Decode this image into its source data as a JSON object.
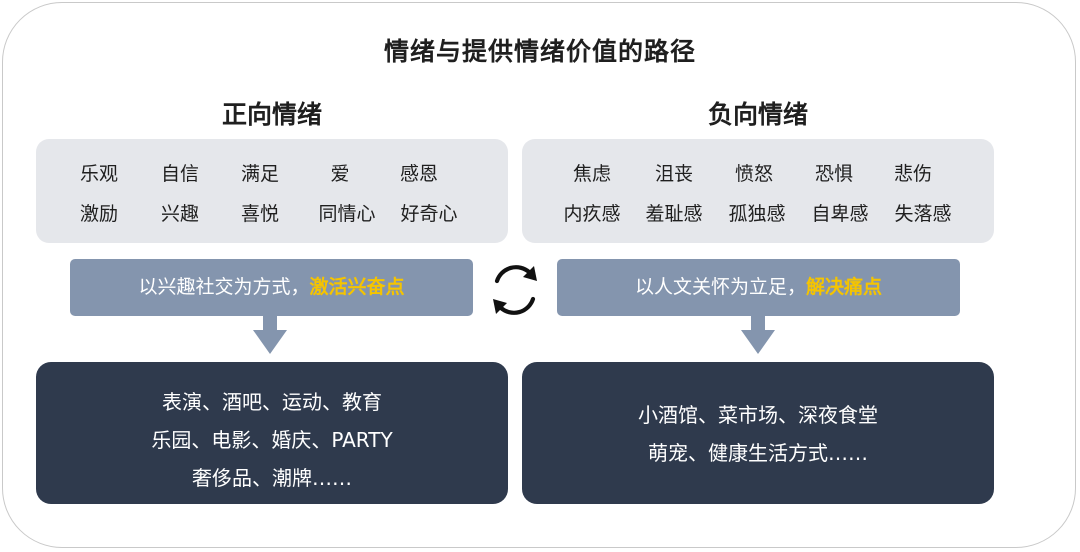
{
  "title": "情绪与提供情绪价值的路径",
  "positive": {
    "heading": "正向情绪",
    "row1": [
      "乐观",
      "自信",
      "满足",
      "爱",
      "感恩"
    ],
    "row2": [
      "激励",
      "兴趣",
      "喜悦",
      "同情心",
      "好奇心"
    ],
    "path_prefix": "以兴趣社交为方式，",
    "path_highlight": "激活兴奋点",
    "examples": [
      "表演、酒吧、运动、教育",
      "乐园、电影、婚庆、PARTY",
      "奢侈品、潮牌……"
    ]
  },
  "negative": {
    "heading": "负向情绪",
    "row1": [
      "焦虑",
      "沮丧",
      "愤怒",
      "恐惧",
      "悲伤"
    ],
    "row2": [
      "内疚感",
      "羞耻感",
      "孤独感",
      "自卑感",
      "失落感"
    ],
    "path_prefix": "以人文关怀为立足，",
    "path_highlight": "解决痛点",
    "examples": [
      "小酒馆、菜市场、深夜食堂",
      "萌宠、健康生活方式……"
    ]
  },
  "colors": {
    "bar": "#8495ae",
    "highlight": "#f5c400",
    "dark_box": "#2f3a4d",
    "emotion_box": "#e5e7eb"
  },
  "icons": {
    "cycle": "cycle-arrows-icon",
    "down_arrow": "down-arrow-icon"
  }
}
